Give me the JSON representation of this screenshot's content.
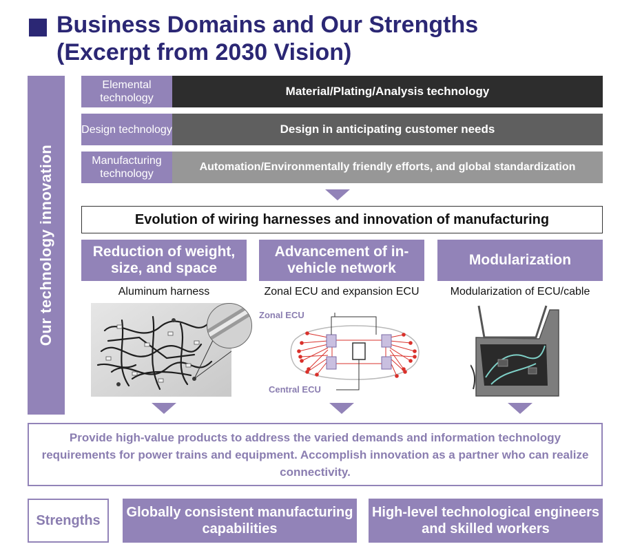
{
  "title": {
    "line1": "Business Domains and Our Strengths",
    "line2": "(Excerpt from 2030 Vision)"
  },
  "side_label": "Our technology innovation",
  "technologies": [
    {
      "label": "Elemental technology",
      "text": "Material/Plating/Analysis technology",
      "color": "#2d2d2d"
    },
    {
      "label": "Design technology",
      "text": "Design in anticipating customer needs",
      "color": "#5f5f5f"
    },
    {
      "label": "Manufacturing technology",
      "text": "Automation/Environmentally friendly efforts, and global standardization",
      "color": "#979797"
    }
  ],
  "evolution": "Evolution of wiring harnesses and innovation of manufacturing",
  "columns": [
    {
      "heading": "Reduction of weight, size, and space",
      "subheading": "Aluminum harness"
    },
    {
      "heading": "Advancement of in-vehicle network",
      "subheading": "Zonal ECU and expansion ECU",
      "callouts": {
        "zonal": "Zonal ECU",
        "central": "Central ECU"
      }
    },
    {
      "heading": "Modularization",
      "subheading": "Modularization of ECU/cable"
    }
  ],
  "mission": "Provide high-value products to address the varied demands and information technology requirements for power trains and equipment. Accomplish innovation as a partner who can realize connectivity.",
  "strengths": {
    "label": "Strengths",
    "items": [
      "Globally consistent manufacturing capabilities",
      "High-level technological engineers and skilled workers"
    ]
  },
  "colors": {
    "accent": "#9283b8",
    "title": "#2b2774",
    "network_red": "#d9312b"
  }
}
